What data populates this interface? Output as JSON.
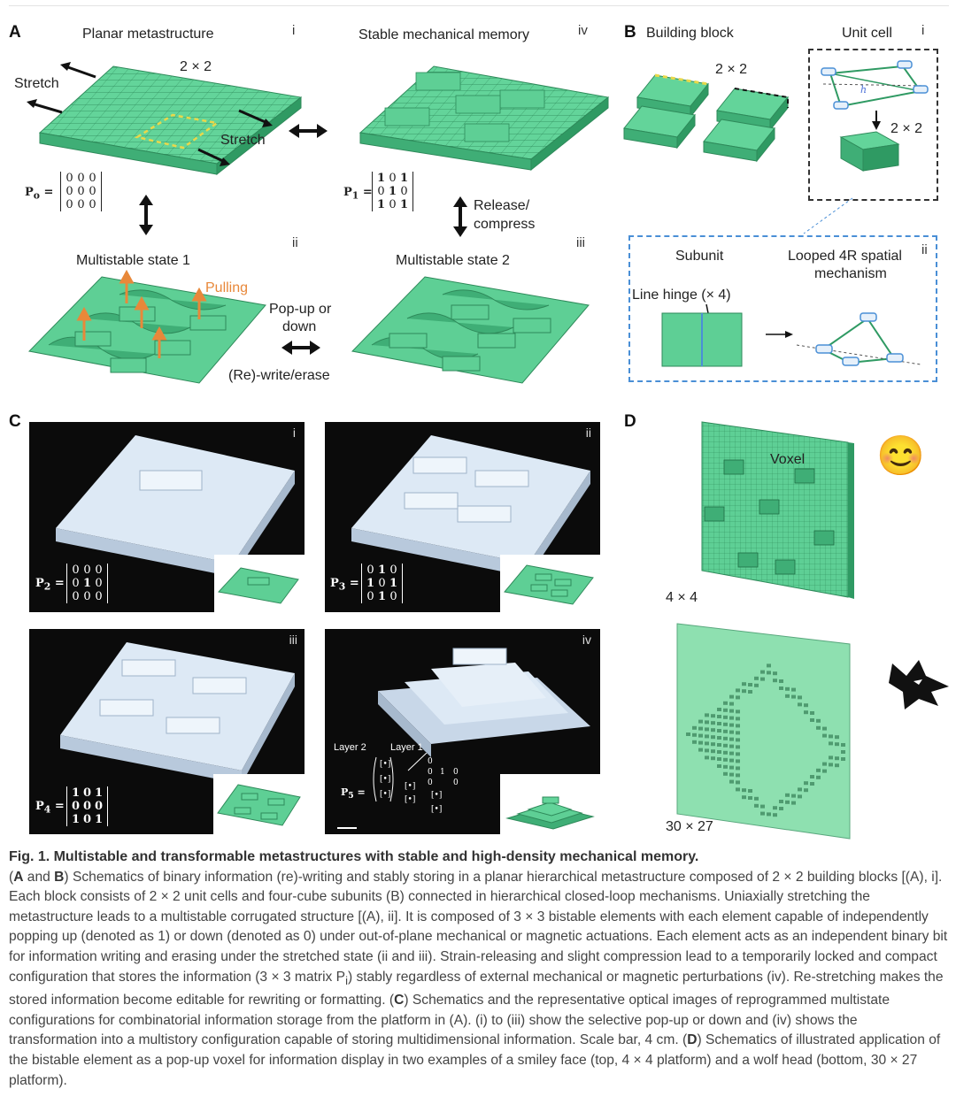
{
  "panels": {
    "A": {
      "letter": "A",
      "title_left": "Planar metastructure",
      "title_right": "Stable mechanical memory",
      "roman_i": "i",
      "roman_ii": "ii",
      "roman_iii": "iii",
      "roman_iv": "iv",
      "grid_label": "2 × 2",
      "stretch_label": "Stretch",
      "p0_label": "P",
      "p0_sub": "o",
      "p0_values": [
        "0",
        "0",
        "0",
        "0",
        "0",
        "0",
        "0",
        "0",
        "0"
      ],
      "p1_label": "P",
      "p1_sub": "1",
      "p1_values": [
        "1",
        "0",
        "1",
        "0",
        "1",
        "0",
        "1",
        "0",
        "1"
      ],
      "release_label_1": "Release/",
      "release_label_2": "compress",
      "state1_label": "Multistable state 1",
      "state2_label": "Multistable state 2",
      "pulling_label": "Pulling",
      "popup_label_1": "Pop-up or",
      "popup_label_2": "down",
      "rewrite_label": "(Re)-write/erase"
    },
    "B": {
      "letter": "B",
      "title": "Building block",
      "unit_cell": "Unit cell",
      "roman_i": "i",
      "roman_ii": "ii",
      "grid_label": "2 × 2",
      "grid_label_2": "2 × 2",
      "h_label": "h",
      "subunit": "Subunit",
      "mechanism_1": "Looped 4R spatial",
      "mechanism_2": "mechanism",
      "line_hinge": "Line hinge (× 4)"
    },
    "C": {
      "letter": "C",
      "roman": [
        "i",
        "ii",
        "iii",
        "iv"
      ],
      "p2_values": [
        "0",
        "0",
        "0",
        "0",
        "1",
        "0",
        "0",
        "0",
        "0"
      ],
      "p3_values": [
        "0",
        "1",
        "0",
        "1",
        "0",
        "1",
        "0",
        "1",
        "0"
      ],
      "p4_values": [
        "1",
        "0",
        "1",
        "0",
        "0",
        "0",
        "1",
        "0",
        "1"
      ],
      "p_label": "P",
      "p2_sub": "2",
      "p3_sub": "3",
      "p4_sub": "4",
      "p5_sub": "5",
      "layer2": "Layer 2",
      "layer1": "Layer 1"
    },
    "D": {
      "letter": "D",
      "voxel": "Voxel",
      "size_top": "4 × 4",
      "size_bottom": "30 × 27",
      "smiley": "😊"
    }
  },
  "caption": {
    "fig": "Fig. 1.",
    "title": "Multistable and transformable metastructures with stable and high-density mechanical memory.",
    "a_and_b_1": "A",
    "a_and_b_and": " and ",
    "a_and_b_2": "B",
    "text1": ") Schematics of binary information (re)-writing and stably storing in a planar hierarchical metastructure composed of 2 × 2 building blocks [(A), i]. Each block consists of 2 × 2 unit cells and four-cube subunits (B) connected in hierarchical closed-loop mechanisms. Uniaxially stretching the metastructure leads to a multistable corrugated structure [(A), ii]. It is composed of 3 × 3 bistable elements with each element capable of independently popping up (denoted as 1) or down (denoted as 0) under out-of-plane mechanical or magnetic actuations. Each element acts as an independent binary bit for information writing and erasing under the stretched state (ii and iii). Strain-releasing and slight compression lead to a temporarily locked and compact configuration that stores the information (3 × 3 matrix P",
    "sub_i": "i",
    "text2": ") stably regardless of external mechanical or magnetic perturbations (iv). Re-stretching makes the stored information become editable for rewriting or formatting. (",
    "c": "C",
    "text3": ") Schematics and the representative optical images of reprogrammed multistate configurations for combinatorial information storage from the platform in (A). (i) to (iii) show the selective pop-up or down and (iv) shows the transformation into a multistory configuration capable of storing multidimensional information. Scale bar, 4 cm. (",
    "d": "D",
    "text4": ") Schematics of illustrated application of the bistable element as a pop-up voxel for information display in two examples of a smiley face (top, 4 × 4 platform) and a wolf head (bottom, 30 × 27 platform)."
  },
  "colors": {
    "green": "#5ecf95",
    "green_dark": "#2f9a63",
    "orange": "#e8883a",
    "dashed_blue": "#4a8fd6",
    "dashed_yellow": "#e9d84a"
  }
}
